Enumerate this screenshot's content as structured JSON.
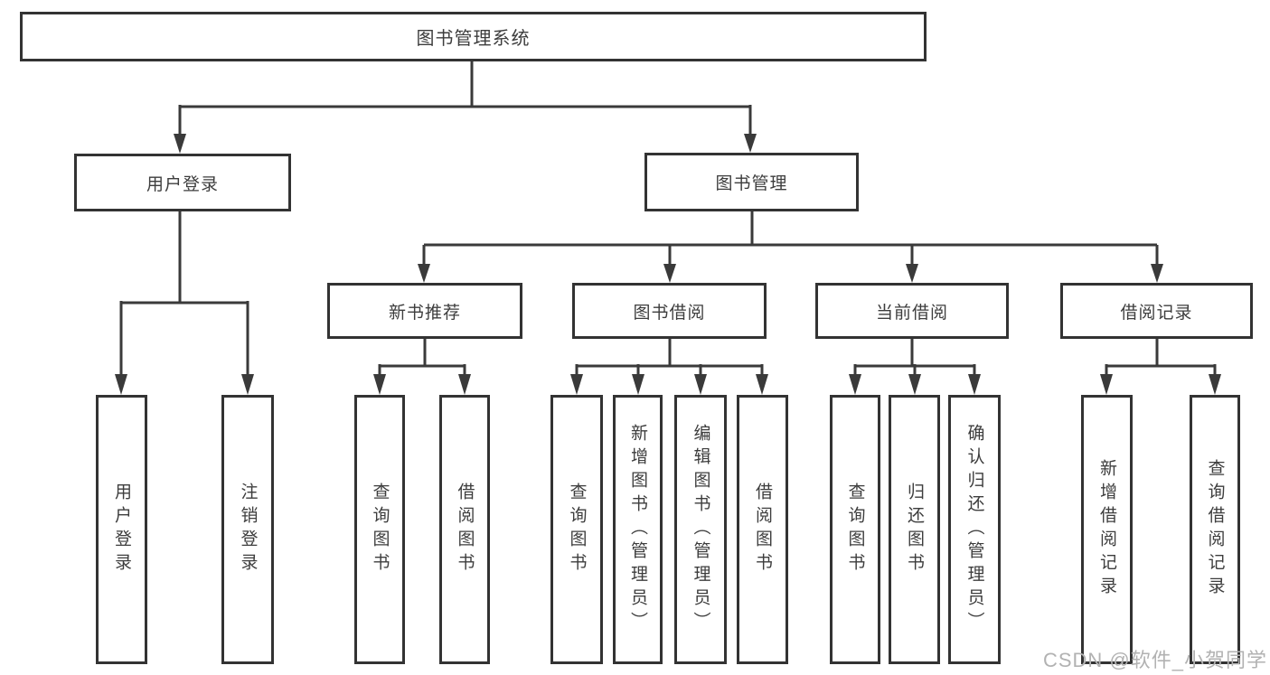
{
  "diagram_title": "图书管理系统",
  "nodes": {
    "root": "图书管理系统",
    "branches": [
      {
        "label": "用户登录"
      },
      {
        "label": "图书管理"
      }
    ],
    "modules": [
      {
        "parent": "图书管理",
        "label": "新书推荐"
      },
      {
        "parent": "图书管理",
        "label": "图书借阅"
      },
      {
        "parent": "图书管理",
        "label": "当前借阅"
      },
      {
        "parent": "图书管理",
        "label": "借阅记录"
      }
    ],
    "leaves": [
      {
        "parent": "用户登录",
        "label": "用户登录"
      },
      {
        "parent": "用户登录",
        "label": "注销登录"
      },
      {
        "parent": "新书推荐",
        "label": "查询图书"
      },
      {
        "parent": "新书推荐",
        "label": "借阅图书"
      },
      {
        "parent": "图书借阅",
        "label": "查询图书"
      },
      {
        "parent": "图书借阅",
        "label": "新增图书（管理员）"
      },
      {
        "parent": "图书借阅",
        "label": "编辑图书（管理员）"
      },
      {
        "parent": "图书借阅",
        "label": "借阅图书"
      },
      {
        "parent": "当前借阅",
        "label": "查询图书"
      },
      {
        "parent": "当前借阅",
        "label": "归还图书"
      },
      {
        "parent": "当前借阅",
        "label": "确认归还（管理员）"
      },
      {
        "parent": "借阅记录",
        "label": "新增借阅记录"
      },
      {
        "parent": "借阅记录",
        "label": "查询借阅记录"
      }
    ]
  },
  "watermark": {
    "text": "CSDN @软件_小贺同学"
  },
  "colors": {
    "line": "#3a3a3a",
    "box_border": "#333333",
    "text": "#3d3d3d",
    "watermark": "#b2b2b2",
    "background": "#ffffff"
  }
}
